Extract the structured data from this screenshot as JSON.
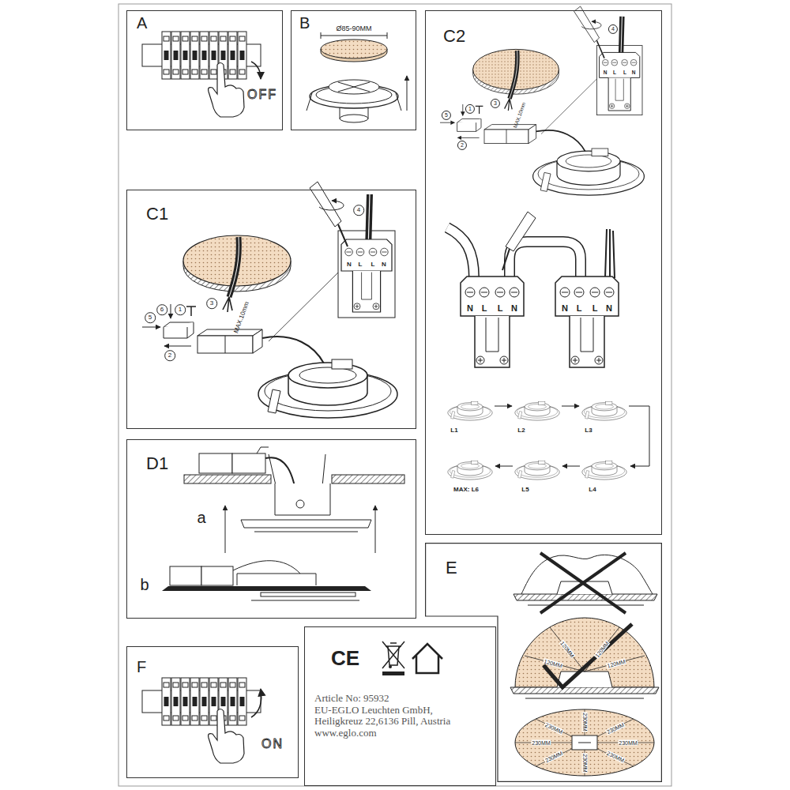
{
  "diagram": {
    "nodes": [
      {
        "text": [
          "A"
        ]
      },
      {
        "text": [
          "B"
        ]
      },
      {
        "text": [
          "C2"
        ]
      },
      {
        "text": [
          "C1"
        ]
      },
      {
        "text": [
          "D1"
        ]
      },
      {
        "text": [
          "E"
        ]
      },
      {
        "text": [
          "Article No: 95932",
          "EU-EGLO Leuchten GmbH,",
          "Heiligkreuz 22,6136 Pill, Austria",
          "www.eglo.com"
        ]
      },
      {
        "text": [
          "F"
        ]
      }
    ],
    "labels": [
      "OFF",
      "Ø85-90MM",
      "4",
      "3",
      "5",
      "1",
      "2",
      "MAX.10mm",
      "N",
      "L",
      "L",
      "N",
      "N",
      "L",
      "L",
      "N",
      "N",
      "L",
      "L",
      "N",
      "L1",
      "L2",
      "L3",
      "MAX: L6",
      "L5",
      "L4",
      "4",
      "6",
      "1",
      "3",
      "5",
      "2",
      "MAX.10mm",
      "N",
      "L",
      "L",
      "N",
      "a",
      "b",
      "120MM",
      "120MM",
      "120MM",
      "120MM",
      "230MM",
      "230MM",
      "230MM",
      "230MM",
      "230MM",
      "230MM",
      "230MM",
      "230MM",
      "CE",
      "ON"
    ]
  }
}
